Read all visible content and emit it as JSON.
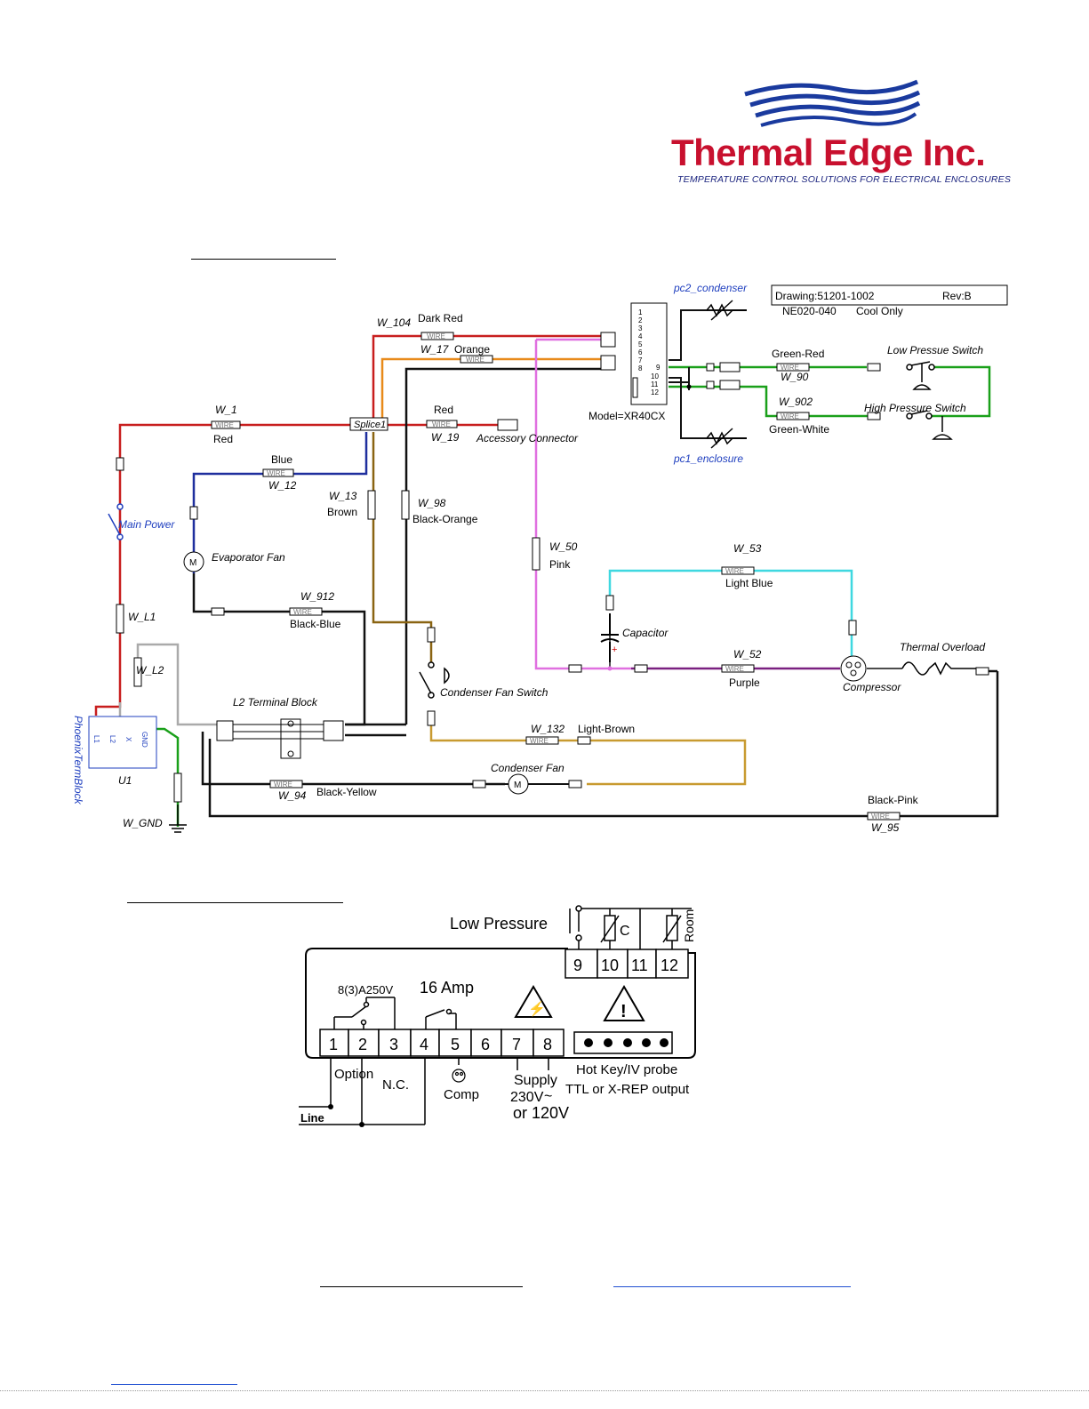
{
  "brand": {
    "name": "Thermal Edge Inc.",
    "tagline": "TEMPERATURE CONTROL SOLUTIONS FOR ELECTRICAL ENCLOSURES",
    "colors": {
      "red": "#c8102e",
      "blue": "#1a3a9e"
    }
  },
  "wiring_diagram": {
    "title_block": {
      "drawing": "Drawing:51201-1002",
      "rev": "Rev:B",
      "model": "NE020-040",
      "mode": "Cool Only"
    },
    "controller_model": "Model=XR40CX",
    "controller_pins": [
      "1",
      "2",
      "3",
      "4",
      "5",
      "6",
      "7",
      "8",
      "9",
      "10",
      "11",
      "12"
    ],
    "components": {
      "splice": "Splice1",
      "accessory": "Accessory  Connector",
      "main_power": "Main  Power",
      "evap_fan": "Evaporator Fan",
      "terminal_block": "L2  Terminal Block",
      "phoenix": "PhoenixTermBlock",
      "u1": "U1",
      "u1_pins": [
        "L1",
        "L2",
        "X",
        "GND"
      ],
      "w_gnd": "W_GND",
      "capacitor": "Capacitor",
      "compressor": "Compressor",
      "thermal_overload": "Thermal  Overload",
      "cond_fan_switch": "Condenser Fan Switch",
      "cond_fan": "Condenser  Fan",
      "low_pressure_switch": "Low  Pressue  Switch",
      "high_pressure_switch": "High Pressure  Switch",
      "pc2": "pc2_condenser",
      "pc1": "pc1_enclosure"
    },
    "wires": {
      "w104": {
        "id": "W_104",
        "color": "Dark Red"
      },
      "w17": {
        "id": "W_17",
        "color": "Orange"
      },
      "w1": {
        "id": "W_1",
        "color": "Red"
      },
      "w19": {
        "id": "W_19",
        "color": "Red"
      },
      "w12": {
        "id": "W_12",
        "color": "Blue"
      },
      "w13": {
        "id": "W_13",
        "color": "Brown"
      },
      "w98": {
        "id": "W_98",
        "color": "Black-Orange"
      },
      "w50": {
        "id": "W_50",
        "color": "Pink"
      },
      "w53": {
        "id": "W_53",
        "color": "Light Blue"
      },
      "w52": {
        "id": "W_52",
        "color": "Purple"
      },
      "w912": {
        "id": "W_912",
        "color": "Black-Blue"
      },
      "wl1": {
        "id": "W_L1"
      },
      "wl2": {
        "id": "W_L2"
      },
      "w132": {
        "id": "W_132",
        "color": "Light-Brown"
      },
      "w94": {
        "id": "W_94",
        "color": "Black-Yellow"
      },
      "w95": {
        "id": "W_95",
        "color": "Black-Pink"
      },
      "w90": {
        "id": "W_90",
        "color": "Green-Red"
      },
      "w902": {
        "id": "W_902",
        "color": "Green-White"
      }
    },
    "wire_tag": "WIRE"
  },
  "controller_terminal_diagram": {
    "low_pressure": "Low Pressure",
    "relay_rating": "8(3)A250V",
    "amp_rating": "16 Amp",
    "top_terminals": [
      "9",
      "10",
      "11",
      "12"
    ],
    "probe_c": "C",
    "probe_room": "Room",
    "bottom_terminals": [
      "1",
      "2",
      "3",
      "4",
      "5",
      "6",
      "7",
      "8"
    ],
    "option": "Option",
    "nc": "N.C.",
    "comp": "Comp",
    "supply": "Supply",
    "voltage1": "230V",
    "voltage2": "or 120V",
    "hotkey1": "Hot Key/IV probe",
    "hotkey2": "TTL or X-REP output",
    "line": "Line"
  }
}
